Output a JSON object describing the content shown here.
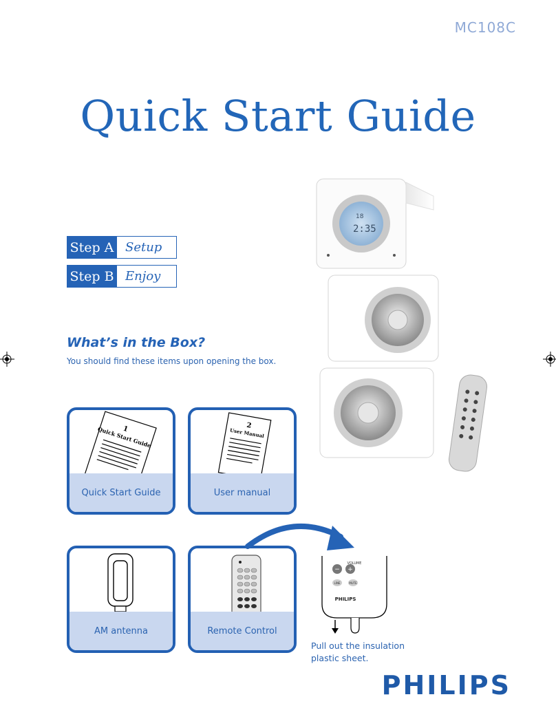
{
  "header": {
    "model": "MC108C",
    "title": "Quick Start Guide"
  },
  "steps": [
    {
      "label": "Step A",
      "value": "Setup"
    },
    {
      "label": "Step B",
      "value": "Enjoy"
    }
  ],
  "box": {
    "heading": "What’s in the Box?",
    "subtitle": "You should find these items upon opening the box.",
    "items": [
      {
        "caption": "Quick Start Guide",
        "doc_number": "1",
        "doc_title": "Quick Start Guide"
      },
      {
        "caption": "User manual",
        "doc_number": "2",
        "doc_title": "User Manual"
      },
      {
        "caption": "AM antenna"
      },
      {
        "caption": "Remote Control"
      }
    ]
  },
  "remote_detail": {
    "volume": "VOLUME",
    "btn_left": "LINE",
    "btn_right": "MUTE",
    "brand": "PHILIPS"
  },
  "instruction": "Pull out the insulation plastic sheet.",
  "brand": "PHILIPS",
  "colors": {
    "accent": "#2563b6",
    "caption_bg": "#c9d7ef"
  }
}
